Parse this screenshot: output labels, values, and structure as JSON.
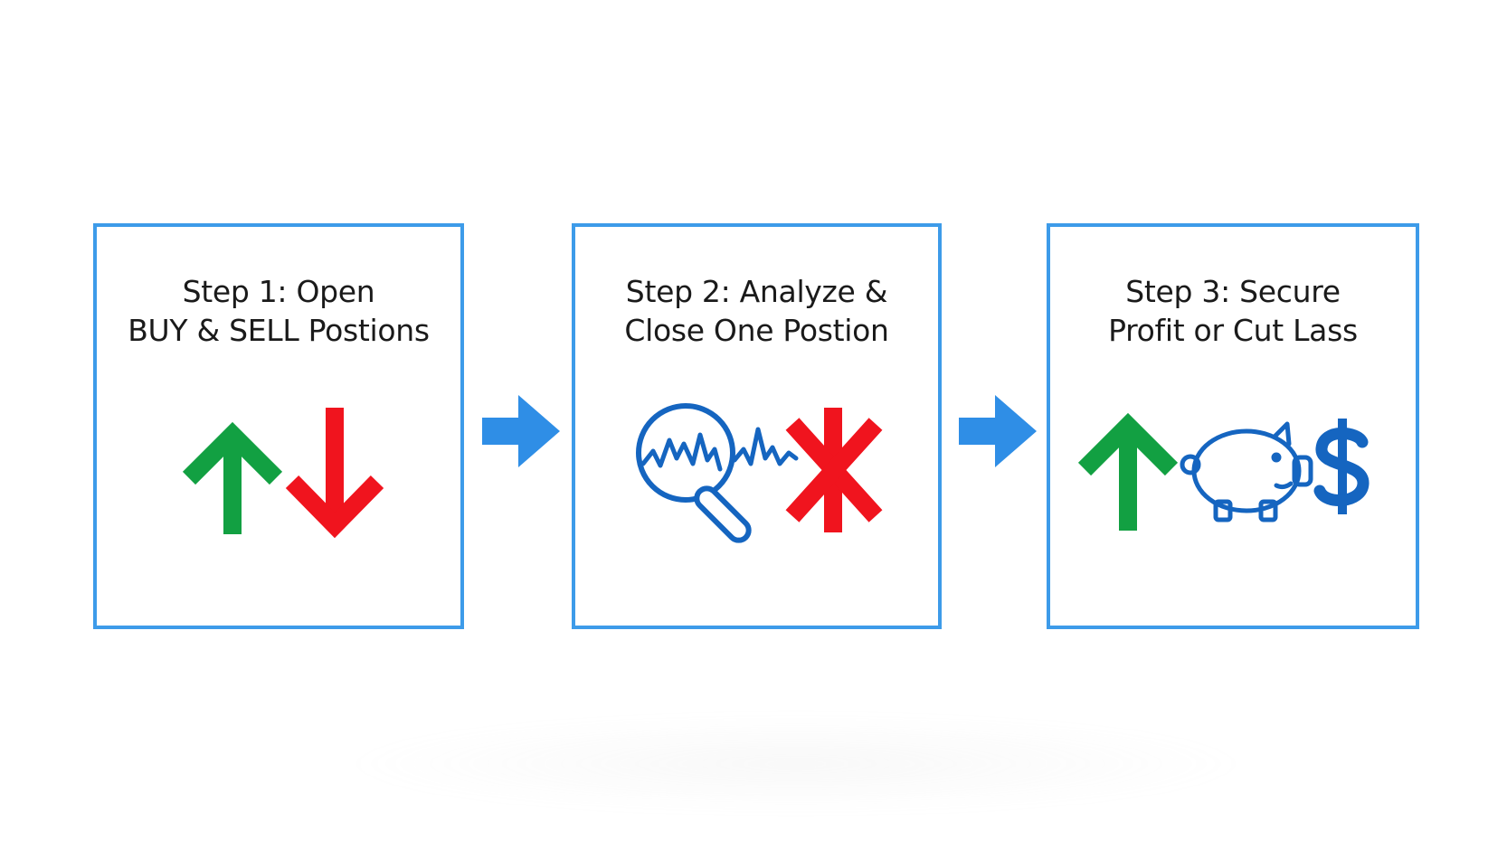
{
  "steps": [
    {
      "title_line1": "Step 1: Open",
      "title_line2": "BUY & SELL Postions",
      "icons": [
        "arrow-up-icon",
        "arrow-down-icon"
      ]
    },
    {
      "title_line1": "Step 2: Analyze &",
      "title_line2": "Close One Postion",
      "icons": [
        "magnifier-chart-icon",
        "close-x-icon"
      ]
    },
    {
      "title_line1": "Step 3: Secure",
      "title_line2": "Profit or Cut Lass",
      "icons": [
        "arrow-up-icon",
        "piggy-bank-icon",
        "dollar-icon"
      ]
    }
  ],
  "connectors": [
    "flow-arrow-right-icon",
    "flow-arrow-right-icon"
  ],
  "colors": {
    "border": "#3d9be9",
    "green": "#12a042",
    "red": "#f0141e",
    "blue": "#1565c0",
    "connector": "#2f8ee6",
    "text": "#1a1a1a"
  }
}
